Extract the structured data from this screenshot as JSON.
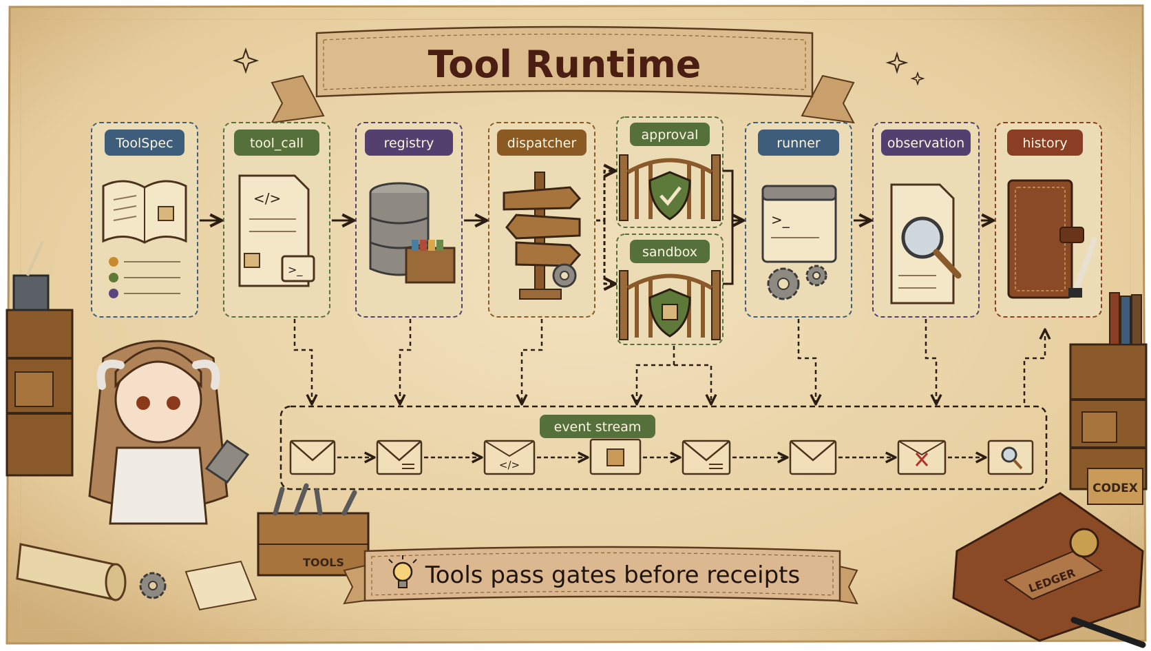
{
  "title": "Tool Runtime",
  "nodes": [
    {
      "id": "toolspec",
      "label": "ToolSpec",
      "color": "#3e5d7a"
    },
    {
      "id": "tool_call",
      "label": "tool_call",
      "color": "#55703a"
    },
    {
      "id": "registry",
      "label": "registry",
      "color": "#53406e"
    },
    {
      "id": "dispatcher",
      "label": "dispatcher",
      "color": "#8a5a22"
    },
    {
      "id": "approval",
      "label": "approval",
      "color": "#55703a"
    },
    {
      "id": "sandbox",
      "label": "sandbox",
      "color": "#55703a"
    },
    {
      "id": "runner",
      "label": "runner",
      "color": "#3e5d7a"
    },
    {
      "id": "observation",
      "label": "observation",
      "color": "#53406e"
    },
    {
      "id": "history",
      "label": "history",
      "color": "#8a3e24"
    }
  ],
  "event_stream": {
    "label": "event stream",
    "events": [
      "envelope",
      "envelope-lines",
      "code",
      "package",
      "envelope-lines",
      "envelope",
      "error",
      "search"
    ]
  },
  "footer": "Tools pass gates before receipts",
  "props": {
    "tools_crate": "TOOLS",
    "codex": "CODEX",
    "ledger": "LEDGER"
  },
  "colors": {
    "parchment": "#ecd9b0",
    "ink": "#2b1d12",
    "title_ink": "#4a1e12",
    "ribbon": "#d9b98a"
  }
}
